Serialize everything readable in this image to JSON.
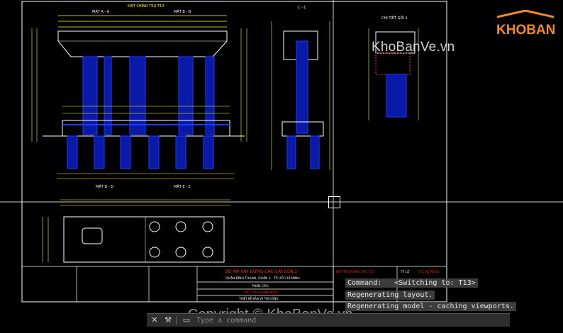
{
  "drawing": {
    "main_title": "MẶT CHÍNH TRỤ T13",
    "section_a": "MẶT A - A",
    "section_b": "MẶT B - B",
    "section_c": "C - C",
    "section_d": "MẶT D - D",
    "section_e": "MẶT E - E",
    "detail": "CHI TIẾT GỐI 1",
    "project_title": "DỰ ÁN XÂY DỰNG CẦU SÀI GÒN 2",
    "project_location": "QUẬN BÌNH THẠNH, QUẬN 2 - TP HỒ CHÍ MINH",
    "part": "PHẦN CẦU",
    "sheet_name": "KẾT CẤU PHẦN DƯỚI",
    "stage": "THIẾT KẾ BẢN VẼ THI CÔNG",
    "sheet_title_red": "BỐ TRÍ CHUNG TRỤ T13",
    "scale_label": "TỶ LỆ",
    "sheet_no": "TCC-KCPD-05"
  },
  "watermark": {
    "logo_text": "KHOBANVE",
    "url": "KhoBanVe.vn",
    "copyright": "Copyright © KhoBanVe.vn"
  },
  "command_history": {
    "line1": "Command:   <Switching to: T13>",
    "line2": "Regenerating layout.",
    "line3": "Regenerating model - caching viewports."
  },
  "command_line": {
    "placeholder": "Type a command",
    "close_icon": "close-icon",
    "customize_icon": "wrench-icon",
    "history_icon": "command-history-icon"
  },
  "colors": {
    "background": "#000000",
    "pier_blue": "#1f3cff",
    "dim_yellow": "#ffff00",
    "line_white": "#ffffff",
    "text_red": "#ff2020",
    "logo_orange": "#f28c1c"
  }
}
